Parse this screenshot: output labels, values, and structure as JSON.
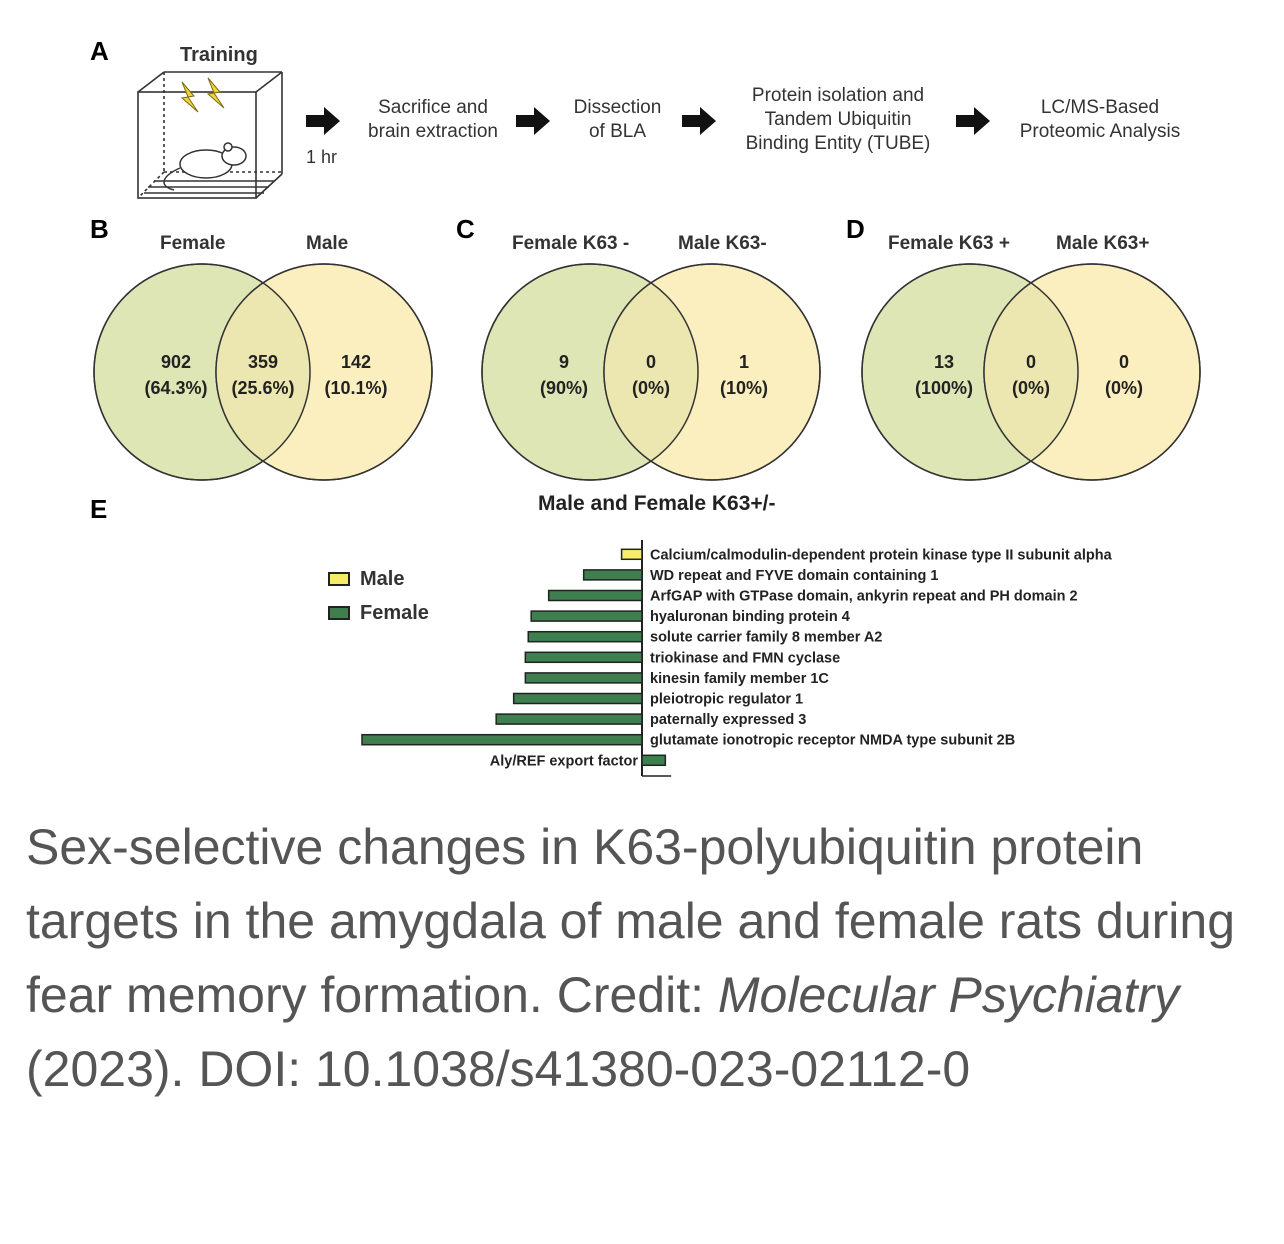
{
  "panels": {
    "a": {
      "letter": "A",
      "training_label": "Training",
      "time_label": "1 hr",
      "steps": [
        {
          "line1": "Sacrifice and",
          "line2": "brain extraction",
          "line3": ""
        },
        {
          "line1": "Dissection",
          "line2": "of BLA",
          "line3": ""
        },
        {
          "line1": "Protein isolation and",
          "line2": "Tandem Ubiquitin",
          "line3": "Binding Entity (TUBE)"
        },
        {
          "line1": "LC/MS-Based",
          "line2": "Proteomic Analysis",
          "line3": ""
        }
      ]
    },
    "b": {
      "letter": "B",
      "left_label": "Female",
      "right_label": "Male",
      "left": {
        "count": "902",
        "pct": "(64.3%)"
      },
      "overlap": {
        "count": "359",
        "pct": "(25.6%)"
      },
      "right": {
        "count": "142",
        "pct": "(10.1%)"
      }
    },
    "c": {
      "letter": "C",
      "left_label": "Female K63 -",
      "right_label": "Male K63-",
      "left": {
        "count": "9",
        "pct": "(90%)"
      },
      "overlap": {
        "count": "0",
        "pct": "(0%)"
      },
      "right": {
        "count": "1",
        "pct": "(10%)"
      }
    },
    "d": {
      "letter": "D",
      "left_label": "Female K63 +",
      "right_label": "Male K63+",
      "left": {
        "count": "13",
        "pct": "(100%)"
      },
      "overlap": {
        "count": "0",
        "pct": "(0%)"
      },
      "right": {
        "count": "0",
        "pct": "(0%)"
      }
    },
    "e": {
      "letter": "E"
    }
  },
  "colors": {
    "female_circle": "#dde6b4",
    "male_circle": "#fbefbf",
    "overlap": "#ece6b0",
    "female_bar": "#3d7f4e",
    "male_bar": "#f5ec6a"
  },
  "chart_data": {
    "type": "bar",
    "orientation": "horizontal",
    "title": "Male and Female K63+/-",
    "legend": [
      "Male",
      "Female"
    ],
    "legend_placement": "left",
    "categories": [
      "Calcium/calmodulin-dependent protein kinase type II subunit alpha",
      "WD repeat and FYVE domain containing 1",
      "ArfGAP with GTPase domain, ankyrin repeat and PH domain 2",
      "hyaluronan binding protein 4",
      "solute carrier family 8 member A2",
      "triokinase and FMN cyclase",
      "kinesin family member 1C",
      "pleiotropic regulator 1",
      "paternally expressed 3",
      "glutamate ionotropic receptor NMDA type subunit 2B",
      "Aly/REF export factor"
    ],
    "series": [
      {
        "name": "Male",
        "values": [
          -0.35,
          0,
          0,
          0,
          0,
          0,
          0,
          0,
          0,
          0,
          0
        ]
      },
      {
        "name": "Female",
        "values": [
          0,
          -1.0,
          -1.6,
          -1.9,
          -1.95,
          -2.0,
          -2.0,
          -2.2,
          -2.5,
          -4.8,
          0.4
        ]
      }
    ],
    "xlim": [
      -4.8,
      0.5
    ]
  },
  "caption": {
    "text_before": "Sex-selective changes in K63-polyubiquitin protein targets in the amygdala of male and female rats during fear memory formation. Credit: ",
    "journal": "Molecular Psychiatry",
    "text_after": " (2023). DOI: 10.1038/s41380-023-02112-0"
  }
}
